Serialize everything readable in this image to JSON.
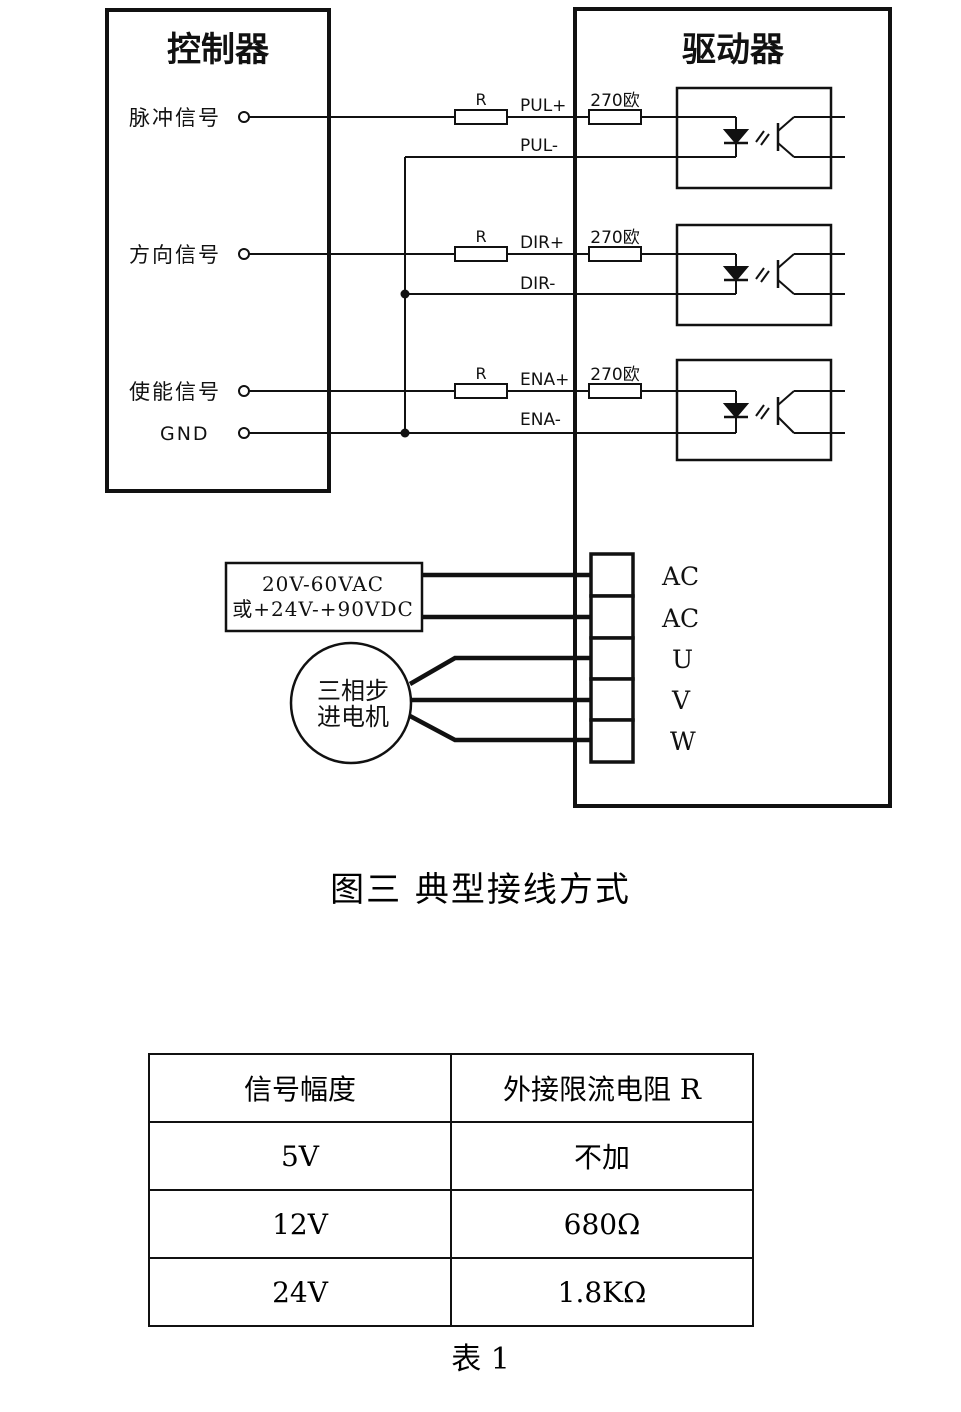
{
  "controller": {
    "title": "控制器",
    "ports": [
      "脉冲信号",
      "方向信号",
      "使能信号",
      "GND"
    ]
  },
  "driver": {
    "title": "驱动器",
    "signals": [
      {
        "plus": "PUL+",
        "minus": "PUL-",
        "resistor": "R",
        "internal_resistor": "270欧"
      },
      {
        "plus": "DIR+",
        "minus": "DIR-",
        "resistor": "R",
        "internal_resistor": "270欧"
      },
      {
        "plus": "ENA+",
        "minus": "ENA-",
        "resistor": "R",
        "internal_resistor": "270欧"
      }
    ],
    "terminals": [
      "AC",
      "AC",
      "U",
      "V",
      "W"
    ]
  },
  "power_supply": {
    "line1": "20V-60VAC",
    "line2": "或+24V-+90VDC"
  },
  "motor": {
    "line1": "三相步",
    "line2": "进电机"
  },
  "figure_caption": "图三  典型接线方式",
  "table": {
    "headers": [
      "信号幅度",
      "外接限流电阻 R"
    ],
    "rows": [
      [
        "5V",
        "不加"
      ],
      [
        "12V",
        "680Ω"
      ],
      [
        "24V",
        "1.8KΩ"
      ]
    ]
  },
  "table_caption": "表 1"
}
